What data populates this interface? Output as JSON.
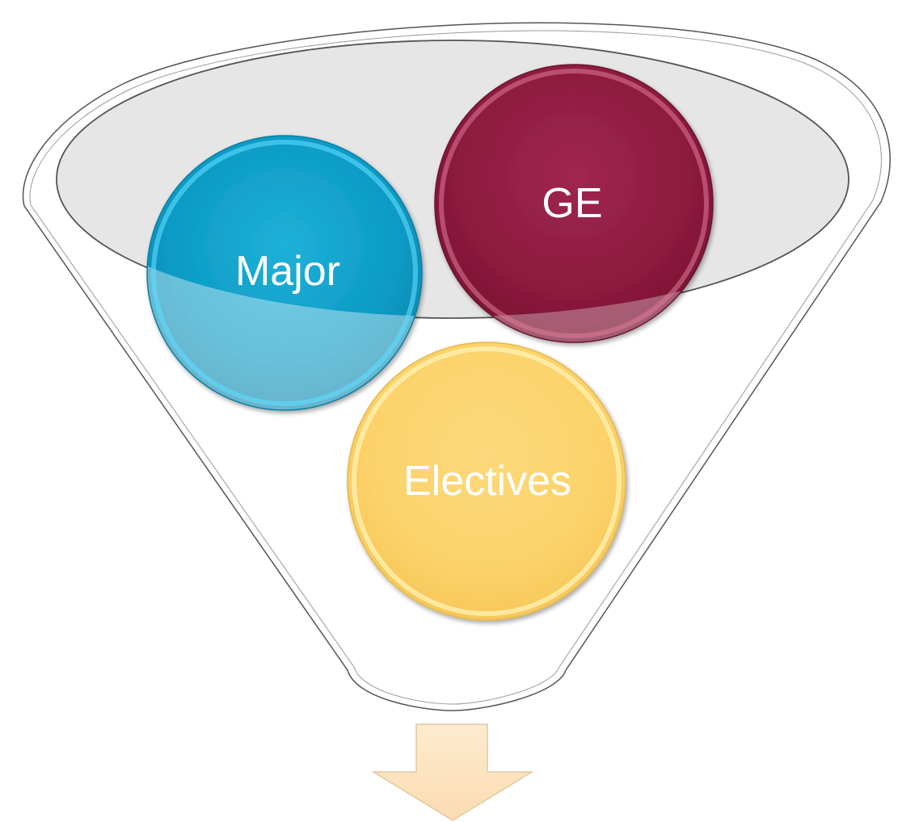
{
  "diagram": {
    "items": [
      {
        "label": "Major",
        "color": "#0a9cc6"
      },
      {
        "label": "GE",
        "color": "#8e1a3f"
      },
      {
        "label": "Electives",
        "color": "#fcd46c"
      }
    ],
    "funnel_color": "#ffffff",
    "rim_fill": "#e6e6e6",
    "arrow_color": "#fde6c4"
  }
}
